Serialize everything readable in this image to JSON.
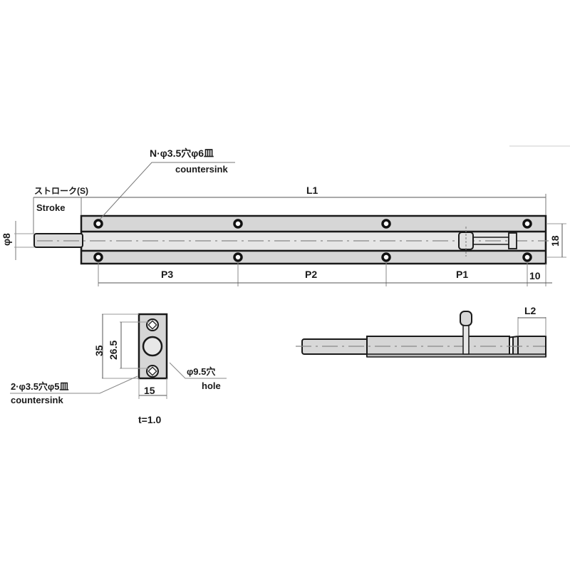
{
  "main_view": {
    "callout_holes": "N·φ3.5穴φ6皿",
    "callout_holes_en": "countersink",
    "stroke_jp": "ストローク(S)",
    "stroke_en": "Stroke",
    "dim_L1": "L1",
    "dim_phi8": "φ8",
    "dim_18": "18",
    "dim_P3": "P3",
    "dim_P2": "P2",
    "dim_P1": "P1",
    "dim_10": "10"
  },
  "strike_plate": {
    "dim_35": "35",
    "dim_26_5": "26.5",
    "dim_15": "15",
    "callout_holes": "2·φ3.5穴φ5皿",
    "callout_holes_en": "countersink",
    "callout_hole": "φ9.5穴",
    "callout_hole_en": "hole",
    "thickness": "t=1.0"
  },
  "side_view": {
    "dim_L2": "L2"
  },
  "colors": {
    "line": "#1a1a1a",
    "fill": "#d4d4d4",
    "dim_line": "#555555",
    "background": "#ffffff"
  }
}
